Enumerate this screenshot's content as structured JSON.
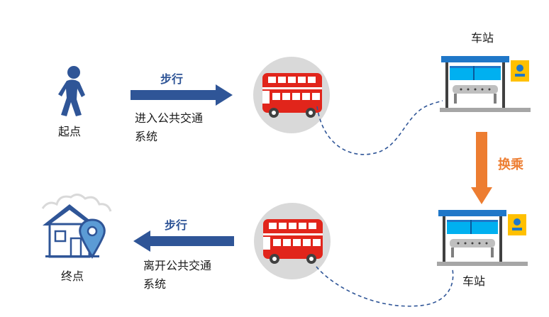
{
  "start": {
    "label": "起点"
  },
  "end": {
    "label": "终点"
  },
  "walk_in": {
    "label": "步行",
    "desc_line1": "进入公共交通",
    "desc_line2": "系统"
  },
  "walk_out": {
    "label": "步行",
    "desc_line1": "离开公共交通",
    "desc_line2": "系统"
  },
  "station_top": {
    "label": "车站"
  },
  "station_bottom": {
    "label": "车站"
  },
  "transfer": {
    "label": "换乘"
  },
  "colors": {
    "navy": "#2f5597",
    "orange": "#ed7d31",
    "bus_red": "#e1251b",
    "circle_gray": "#d9d9d9",
    "station_blue": "#1f77c8",
    "station_cyan": "#00b0f0",
    "sign_yellow": "#ffc000"
  },
  "icons": [
    "walking-person-icon",
    "home-location-icon",
    "bus-icon",
    "bus-station-icon",
    "arrow-right-icon",
    "arrow-left-icon",
    "arrow-down-icon"
  ]
}
